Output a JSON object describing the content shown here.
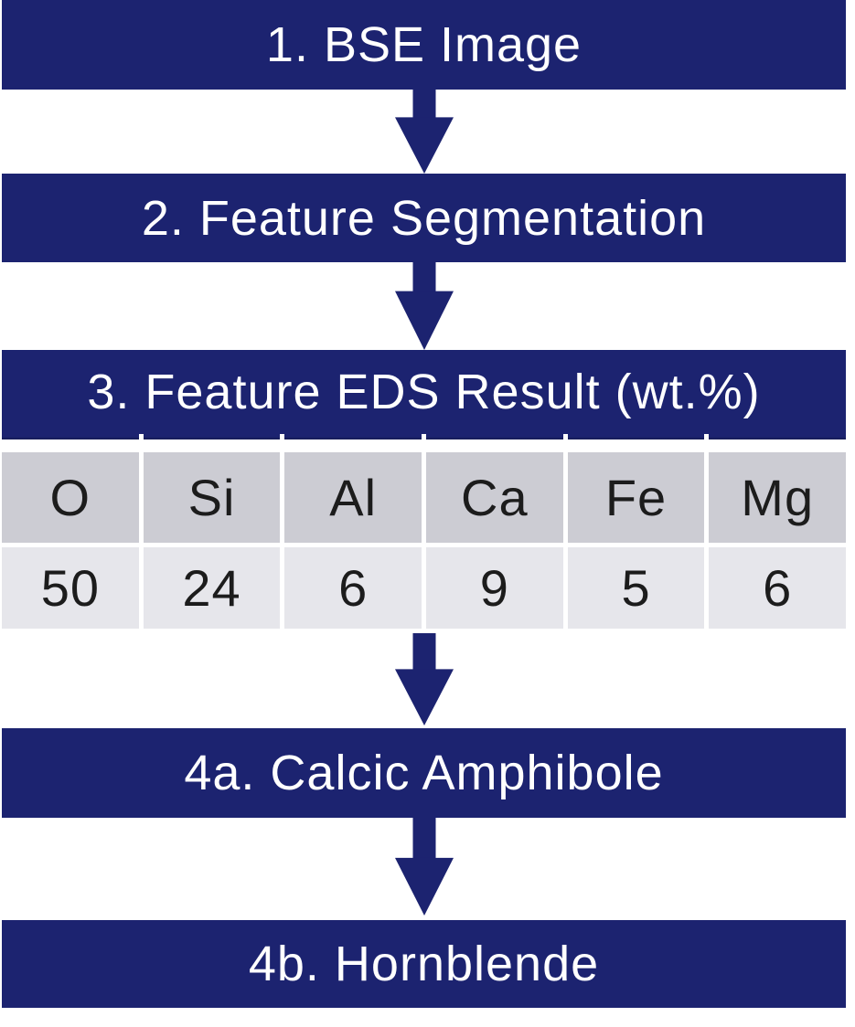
{
  "steps": {
    "step1": {
      "label": "1. BSE Image"
    },
    "step2": {
      "label": "2. Feature Segmentation"
    },
    "step3": {
      "label": "3. Feature EDS Result (wt.%)"
    },
    "step4a": {
      "label": "4a. Calcic Amphibole"
    },
    "step4b": {
      "label": "4b. Hornblende"
    }
  },
  "eds_table": {
    "headers": [
      "O",
      "Si",
      "Al",
      "Ca",
      "Fe",
      "Mg"
    ],
    "values": [
      "50",
      "24",
      "6",
      "9",
      "5",
      "6"
    ]
  },
  "icons": {
    "flow_arrow": "arrow-down-icon"
  },
  "colors": {
    "banner_navy": "#1C2370",
    "arrow_navy": "#1C2370",
    "header_cell_gray": "#CCCCD3",
    "value_cell_gray": "#E6E6EB",
    "cell_gap_white": "#FFFFFF",
    "banner_text_white": "#FFFFFF",
    "table_text_dark": "#1C1C1C",
    "background_white": "#FFFFFF"
  }
}
